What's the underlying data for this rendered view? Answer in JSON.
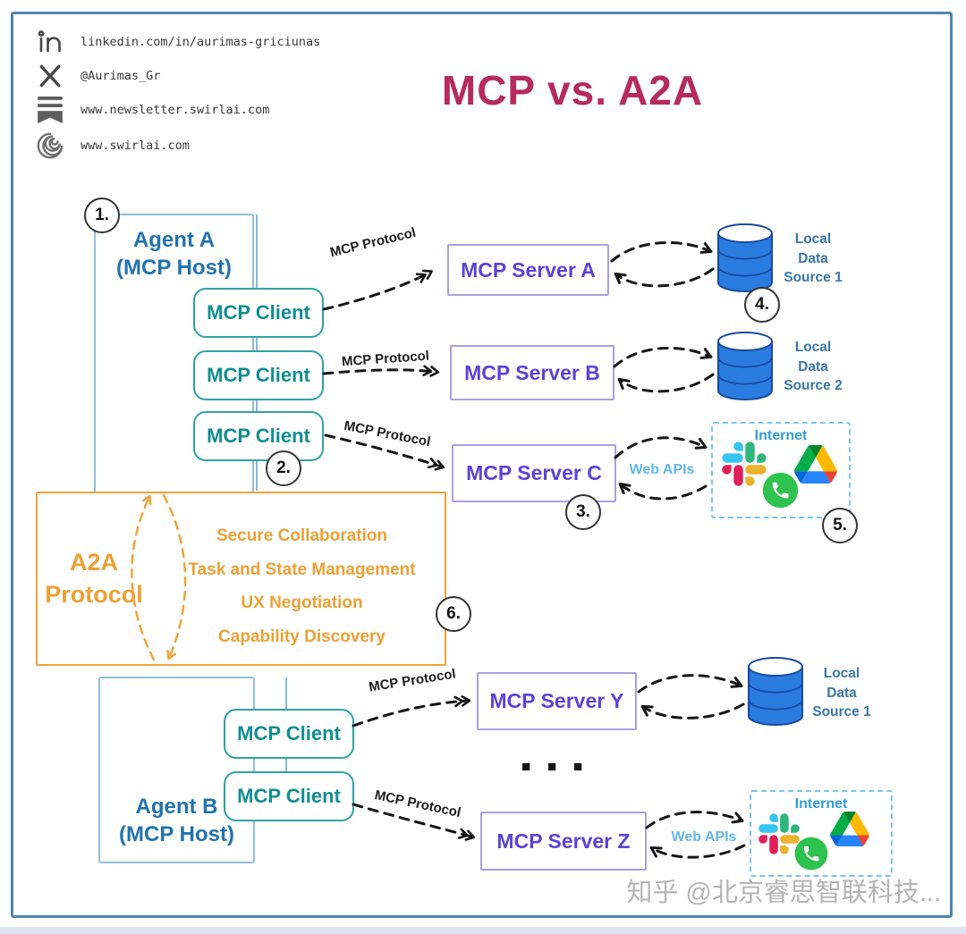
{
  "header": {
    "title": "MCP vs. A2A",
    "social": [
      {
        "icon": "linkedin-icon",
        "text": "linkedin.com/in/aurimas-griciunas"
      },
      {
        "icon": "x-icon",
        "text": "@Aurimas_Gr"
      },
      {
        "icon": "newsletter-icon",
        "text": "www.newsletter.swirlai.com"
      },
      {
        "icon": "swirl-icon",
        "text": "www.swirlai.com"
      }
    ]
  },
  "agent_a": {
    "name": "Agent A",
    "role": "(MCP Host)"
  },
  "agent_b": {
    "name": "Agent B",
    "role": "(MCP Host)"
  },
  "client_label": "MCP Client",
  "servers": {
    "a": "MCP Server A",
    "b": "MCP Server B",
    "c": "MCP Server C",
    "y": "MCP Server Y",
    "z": "MCP Server Z"
  },
  "sources": {
    "s1": "Local\nData\nSource 1",
    "s2": "Local\nData\nSource 2",
    "s3": "Local\nData\nSource 1"
  },
  "internet_label": "Internet",
  "labels": {
    "mcp_protocol": "MCP Protocol",
    "web_apis": "Web APIs",
    "ellipsis": "■ ■ ■"
  },
  "a2a": {
    "title": "A2A\nProtocol",
    "features": [
      "Secure Collaboration",
      "Task and State Management",
      "UX Negotiation",
      "Capability Discovery"
    ]
  },
  "badges": {
    "b1": "1.",
    "b2": "2.",
    "b3": "3.",
    "b4": "4.",
    "b5": "5.",
    "b6": "6."
  },
  "watermark": "知乎 @北京睿思智联科技...",
  "colors": {
    "title": "#b62a5e",
    "agent_text": "#2173ae",
    "client_teal": "#108e91",
    "server_purple": "#5a43d6",
    "a2a_orange": "#eda035",
    "data_label_blue": "#3a77a3",
    "web_apis_blue": "#63b7e6",
    "cylinder_blue": "#2a7ce0",
    "frame_blue": "#4f87b0"
  }
}
